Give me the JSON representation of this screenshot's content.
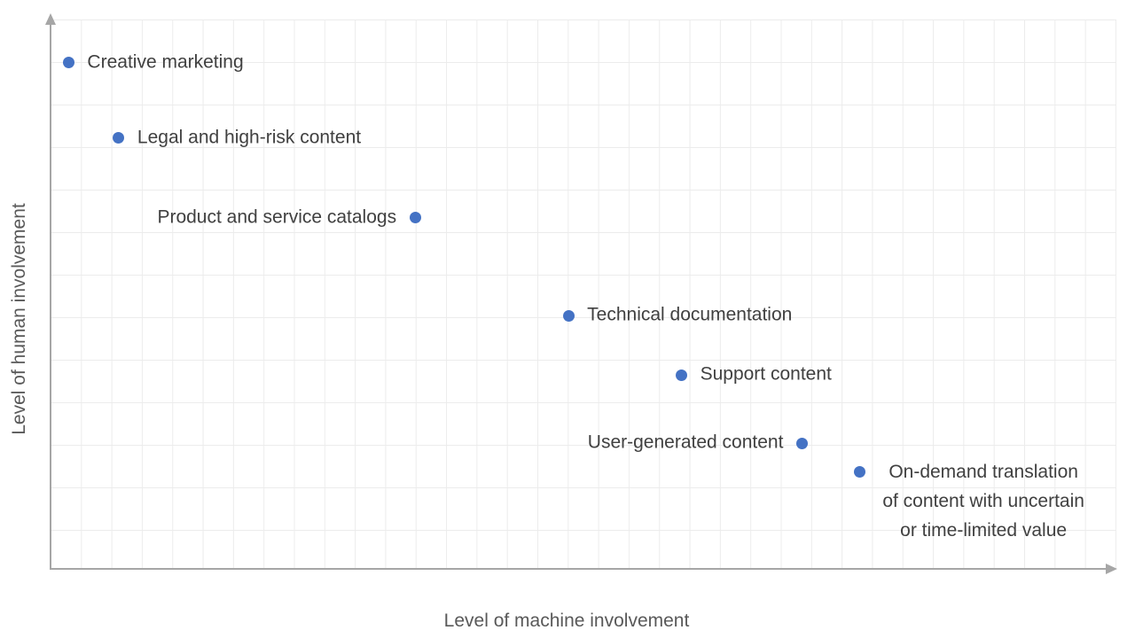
{
  "chart_data": {
    "type": "scatter",
    "title": "",
    "xlabel": "Level of machine involvement",
    "ylabel": "Level of human involvement",
    "x_axis": {
      "min": 0,
      "max": 100,
      "tick_labels": "none",
      "arrow": true
    },
    "y_axis": {
      "min": 0,
      "max": 100,
      "tick_labels": "none",
      "arrow": true
    },
    "grid": "on",
    "legend": "none",
    "marker_color": "#4472C4",
    "label_color": "#404040",
    "axis_color": "#A6A6A6",
    "grid_color": "#ECECEC",
    "axis_title_color": "#595959",
    "points": [
      {
        "label": "Creative marketing",
        "machine_involvement": 1.7,
        "human_involvement": 92.1,
        "label_side": "right"
      },
      {
        "label": "Legal and high-risk content",
        "machine_involvement": 6.4,
        "human_involvement": 78.4,
        "label_side": "right"
      },
      {
        "label": "Product and service catalogs",
        "machine_involvement": 34.2,
        "human_involvement": 63.9,
        "label_side": "left"
      },
      {
        "label": "Technical documentation",
        "machine_involvement": 48.6,
        "human_involvement": 46.1,
        "label_side": "right"
      },
      {
        "label": "Support content",
        "machine_involvement": 59.2,
        "human_involvement": 35.3,
        "label_side": "right"
      },
      {
        "label": "User-generated content",
        "machine_involvement": 70.5,
        "human_involvement": 22.9,
        "label_side": "left"
      },
      {
        "label": "On-demand translation of content with uncertain or time-limited value",
        "label_lines": [
          "On-demand translation",
          "of content with uncertain",
          "or time-limited value"
        ],
        "machine_involvement": 75.9,
        "human_involvement": 17.6,
        "label_side": "right-multiline"
      }
    ]
  }
}
